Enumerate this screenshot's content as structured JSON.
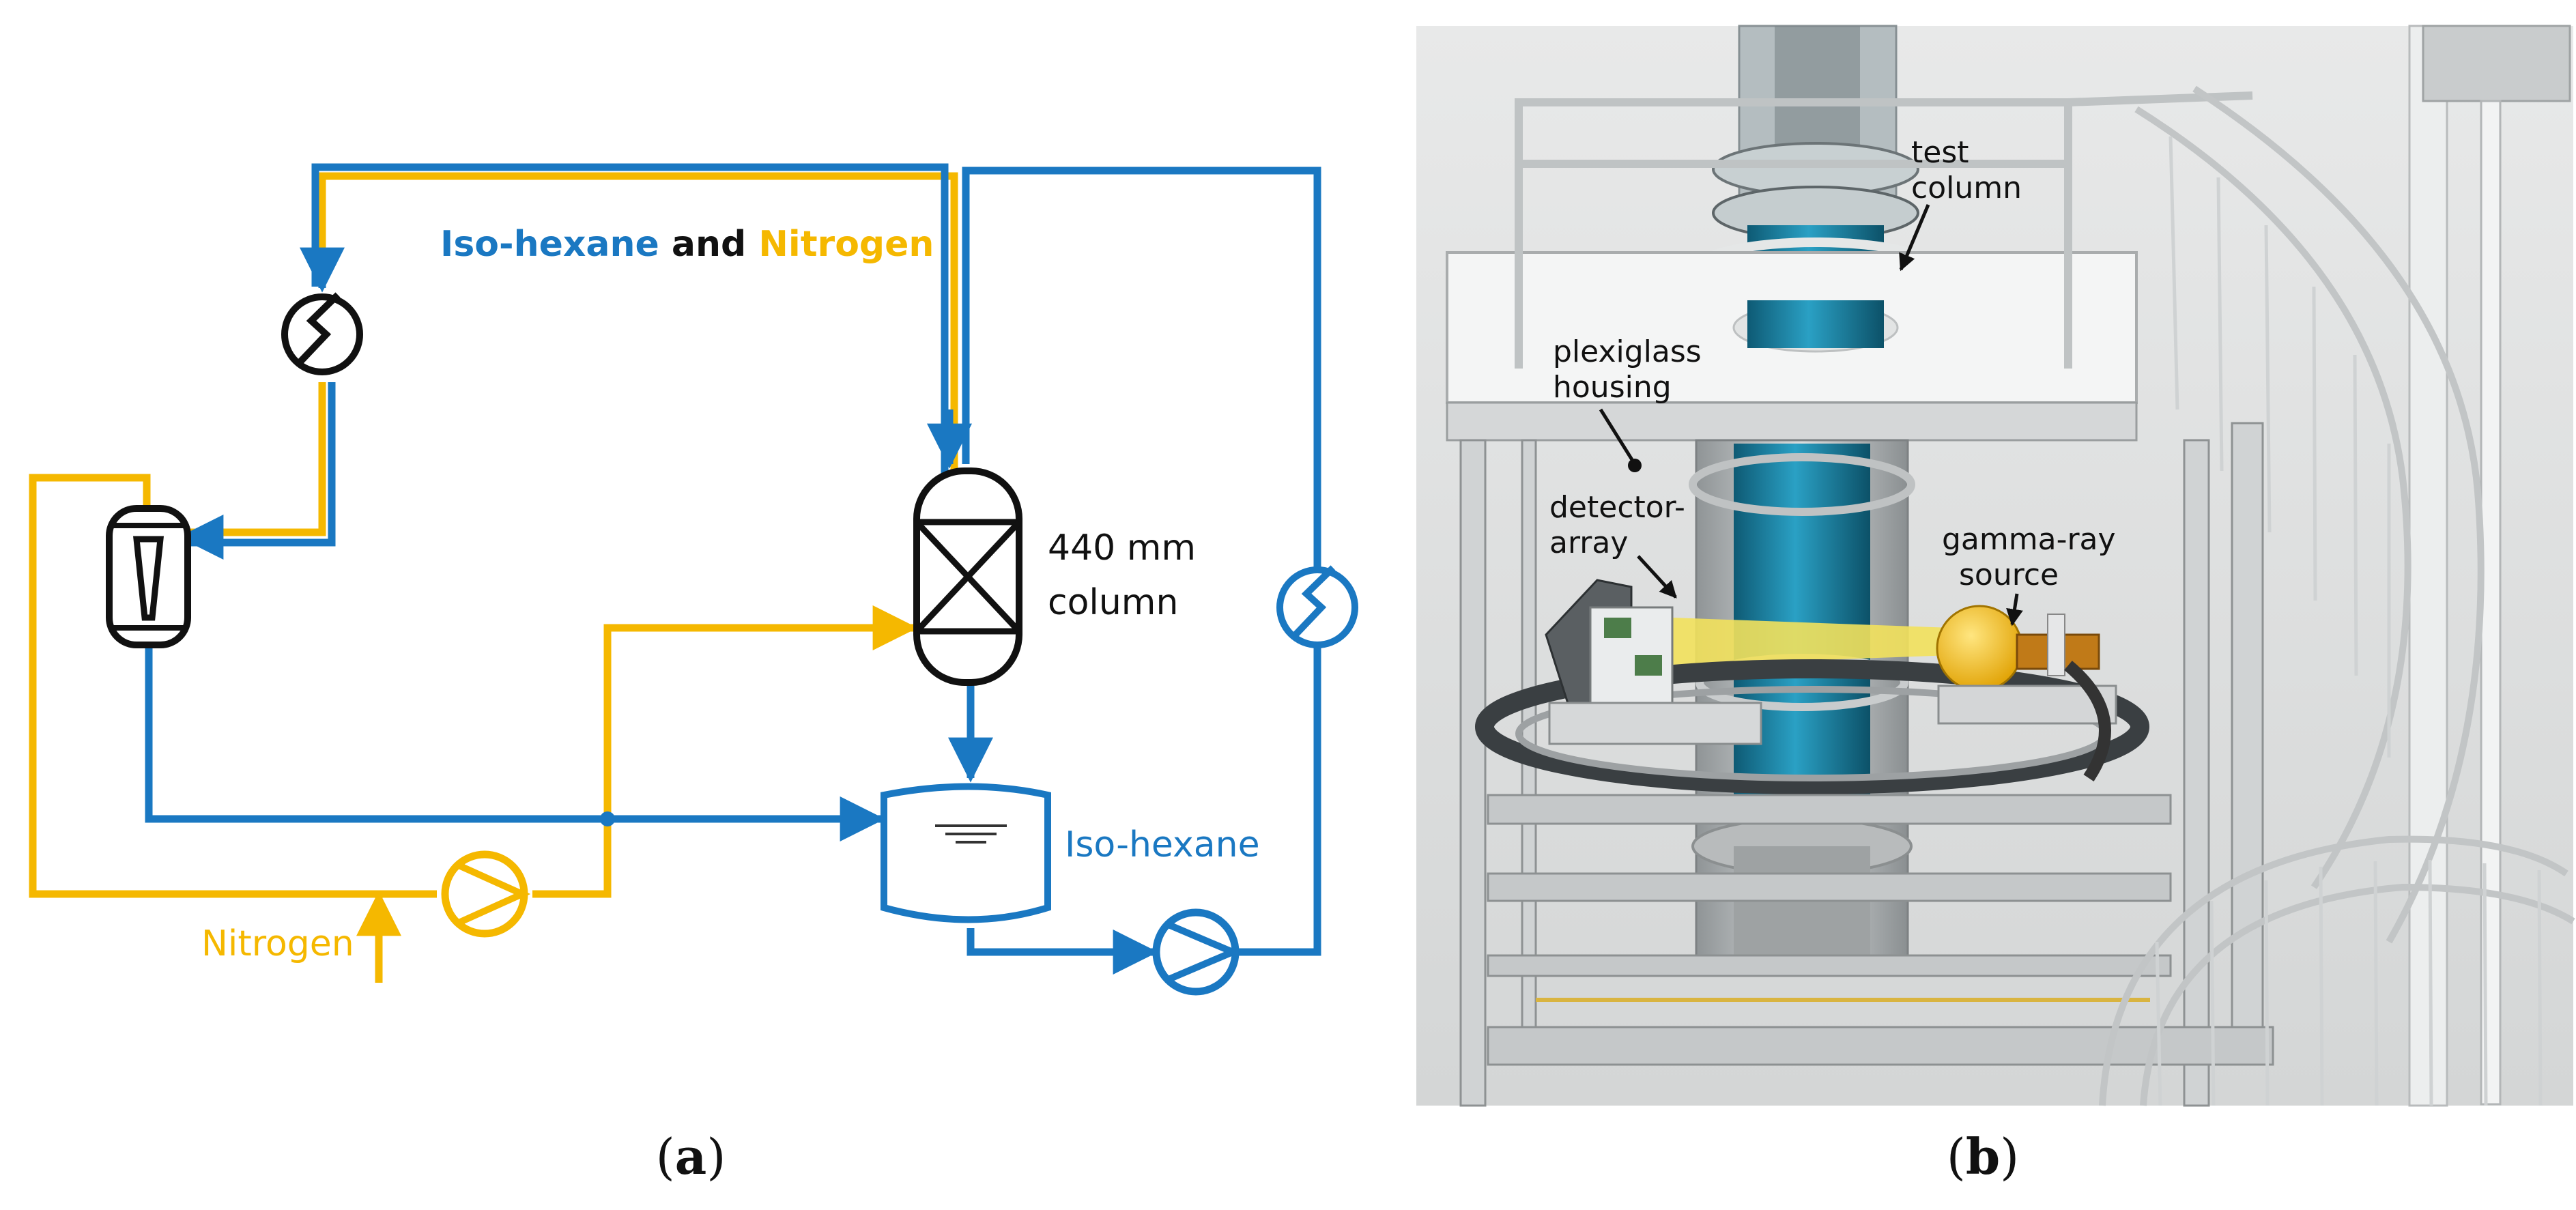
{
  "panel_a": {
    "caption_open": "(",
    "caption_letter": "a",
    "caption_close": ")",
    "title_part1": "Iso-hexane",
    "title_and": " and ",
    "title_part2": "Nitrogen",
    "column_label_line1": "440 mm",
    "column_label_line2": "column",
    "tank_label": "Iso-hexane",
    "nitrogen_label": "Nitrogen",
    "colors": {
      "blue": "#1a78c2",
      "yellow": "#f5b800",
      "black": "#111111"
    }
  },
  "panel_b": {
    "caption_open": "(",
    "caption_letter": "b",
    "caption_close": ")",
    "test_column_line1": "test",
    "test_column_line2": "column",
    "housing_line1": "plexiglass",
    "housing_line2": "housing",
    "detector_line1": "detector-",
    "detector_line2": "array",
    "source_line1": "gamma-ray",
    "source_line2": "source"
  }
}
